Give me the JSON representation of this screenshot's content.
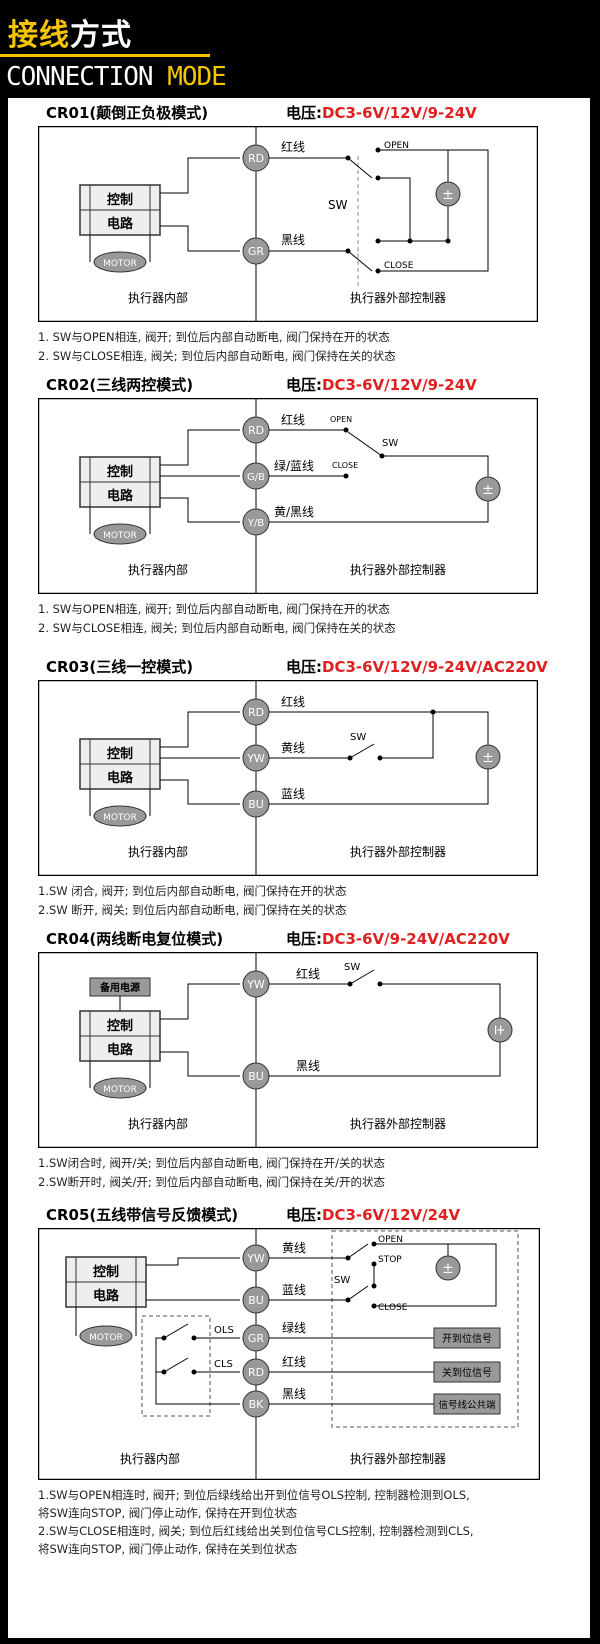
{
  "header": {
    "title_part1": "接线",
    "title_part2": "方式",
    "subtitle_part1": "CONNECTION",
    "subtitle_part2": "MODE",
    "accent_color": "#f5c400"
  },
  "common": {
    "ctrl_line1": "控制",
    "ctrl_line2": "电路",
    "motor": "MOTOR",
    "inside": "执行器内部",
    "outside": "执行器外部控制器",
    "sw": "SW",
    "open": "OPEN",
    "close": "CLOSE",
    "stop": "STOP",
    "plusminus": "±",
    "volt_label": "电压:",
    "volt_color": "#e02020"
  },
  "cr01": {
    "title": "CR01(颠倒正负极模式)",
    "voltage": "DC3-6V/12V/9-24V",
    "pin1": "RD",
    "pin2": "GR",
    "wire1": "红线",
    "wire2": "黑线",
    "notes": [
      "1. SW与OPEN相连, 阀开; 到位后内部自动断电, 阀门保持在开的状态",
      "2. SW与CLOSE相连, 阀关; 到位后内部自动断电, 阀门保持在关的状态"
    ]
  },
  "cr02": {
    "title": "CR02(三线两控模式)",
    "voltage": "DC3-6V/12V/9-24V",
    "pin1": "RD",
    "pin2": "G/B",
    "pin3": "Y/B",
    "wire1": "红线",
    "wire2": "绿/蓝线",
    "wire3": "黄/黑线",
    "notes": [
      "1. SW与OPEN相连, 阀开; 到位后内部自动断电, 阀门保持在开的状态",
      "2. SW与CLOSE相连, 阀关; 到位后内部自动断电, 阀门保持在关的状态"
    ]
  },
  "cr03": {
    "title": "CR03(三线一控模式)",
    "voltage": "DC3-6V/12V/9-24V",
    "voltage_ac": "/AC220V",
    "pin1": "RD",
    "pin2": "YW",
    "pin3": "BU",
    "wire1": "红线",
    "wire2": "黄线",
    "wire3": "蓝线",
    "notes": [
      "1.SW 闭合, 阀开; 到位后内部自动断电, 阀门保持在开的状态",
      "2.SW 断开, 阀关; 到位后内部自动断电, 阀门保持在关的状态"
    ]
  },
  "cr04": {
    "title": "CR04(两线断电复位模式)",
    "voltage": "DC3-6V/9-24V",
    "voltage_ac": "/AC220V",
    "backup": "备用电源",
    "pin1": "YW",
    "pin2": "BU",
    "wire1": "红线",
    "wire2": "黑线",
    "notes": [
      "1.SW闭合时, 阀开/关; 到位后内部自动断电, 阀门保持在开/关的状态",
      "2.SW断开时, 阀关/开; 到位后内部自动断电, 阀门保持在关/开的状态"
    ]
  },
  "cr05": {
    "title": "CR05(五线带信号反馈模式)",
    "voltage": "DC3-6V/12V/24V",
    "pin1": "YW",
    "pin2": "BU",
    "pin3": "GR",
    "pin4": "RD",
    "pin5": "BK",
    "wire1": "黄线",
    "wire2": "蓝线",
    "wire3": "绿线",
    "wire4": "红线",
    "wire5": "黑线",
    "ols": "OLS",
    "cls": "CLS",
    "sig1": "开到位信号",
    "sig2": "关到位信号",
    "sig3": "信号线公共端",
    "notes": [
      "1.SW与OPEN相连时, 阀开; 到位后绿线给出开到位信号OLS控制, 控制器检测到OLS,",
      "   将SW连向STOP, 阀门停止动作, 保持在开到位状态",
      "2.SW与CLOSE相连时, 阀关; 到位后红线给出关到位信号CLS控制, 控制器检测到CLS,",
      "   将SW连向STOP, 阀门停止动作, 保持在关到位状态"
    ]
  }
}
